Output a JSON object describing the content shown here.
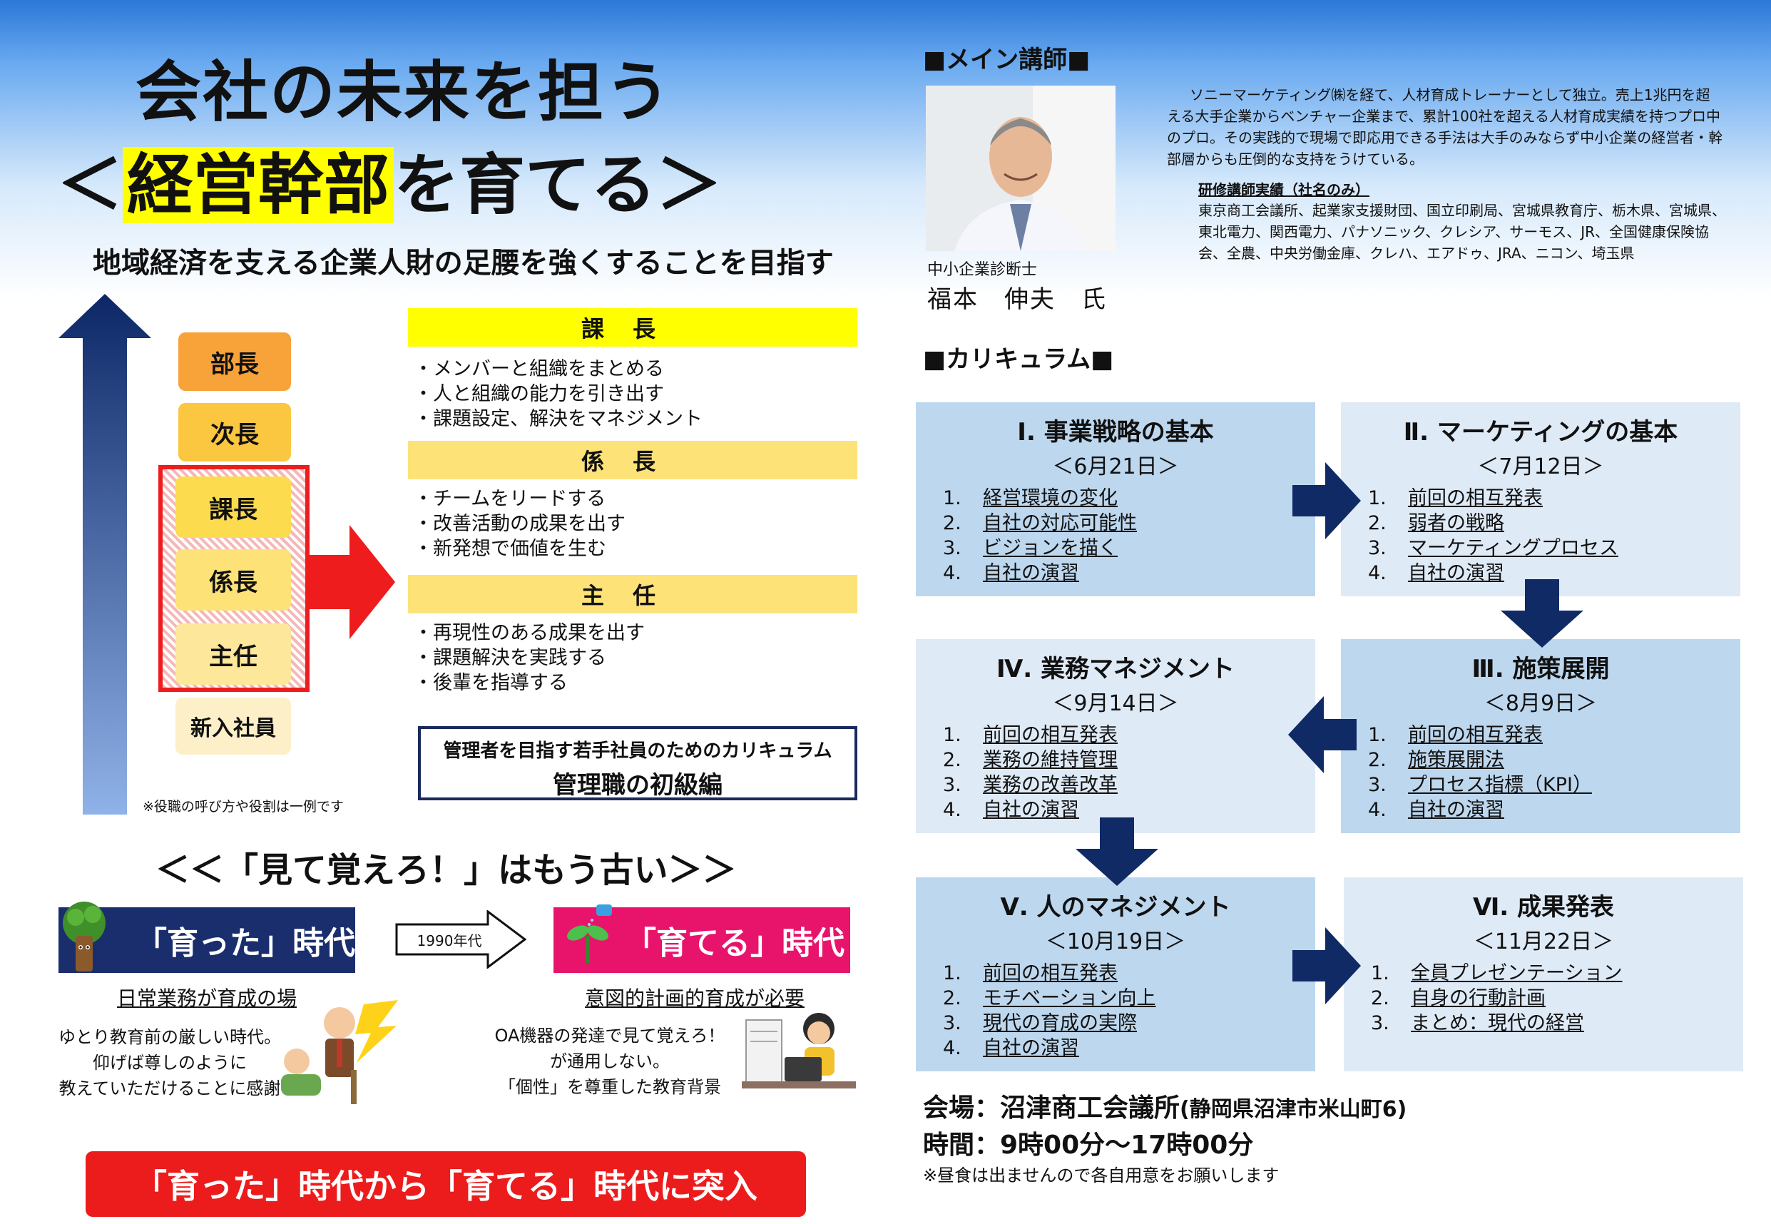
{
  "header": {
    "title_line1": "会社の未来を担う",
    "title_line2_pre": "＜",
    "title_line2_hl": "経営幹部",
    "title_line2_post": "を育てる＞",
    "subtitle": "地域経済を支える企業人財の足腰を強くすることを目指す"
  },
  "ranks": {
    "bucho": "部長",
    "jicho": "次長",
    "kacho": "課長",
    "kakari": "係長",
    "shunin": "主任",
    "shinnyu": "新入社員",
    "note": "※役職の呼び方や役割は一例です"
  },
  "roles": {
    "kacho": {
      "label": "課長",
      "items": [
        "・メンバーと組織をまとめる",
        "・人と組織の能力を引き出す",
        "・課題設定、解決をマネジメント"
      ]
    },
    "kakari": {
      "label": "係長",
      "items": [
        "・チームをリードする",
        "・改善活動の成果を出す",
        "・新発想で価値を生む"
      ]
    },
    "shunin": {
      "label": "主任",
      "items": [
        "・再現性のある成果を出す",
        "・課題解決を実践する",
        "・後輩を指導する"
      ]
    }
  },
  "course_box": {
    "line1": "管理者を目指す若手社員のためのカリキュラム",
    "line2": "管理職の初級編"
  },
  "era": {
    "slogan": "＜＜「見て覚えろ！」はもう古い＞＞",
    "old_label": "「育った」時代",
    "new_label": "「育てる」時代",
    "year": "1990年代",
    "old_sub": "日常業務が育成の場",
    "new_sub": "意図的計画的育成が必要",
    "old_desc": [
      "ゆとり教育前の厳しい時代。",
      "仰げば尊しのように",
      "教えていただけることに感謝"
    ],
    "new_desc": [
      "OA機器の発達で見て覚えろ！",
      "が通用しない。",
      "「個性」を尊重した教育背景"
    ],
    "banner": "「育った」時代から「育てる」時代に突入"
  },
  "teacher": {
    "section": "■メイン講師■",
    "cert": "中小企業診断士",
    "name": "福本　伸夫　氏",
    "bio": "ソニーマーケティング㈱を経て、人材育成トレーナーとして独立。売上1兆円を超える大手企業からベンチャー企業まで、累計100社を超える人材育成実績を持つプロ中のプロ。その実践的で現場で即応用できる手法は大手のみならず中小企業の経営者・幹部層からも圧倒的な支持をうけている。",
    "achv_title": "研修講師実績（社名のみ）",
    "achv": "東京商工会議所、起業家支援財団、国立印刷局、宮城県教育庁、栃木県、宮城県、東北電力、関西電力、パナソニック、クレシア、サーモス、JR、全国健康保険協会、全農、中央労働金庫、クレハ、エアドゥ、JRA、ニコン、埼玉県"
  },
  "curriculum": {
    "section": "■カリキュラム■",
    "modules": [
      {
        "title": "Ⅰ. 事業戦略の基本",
        "date": "＜6月21日＞",
        "items": [
          "経営環境の変化",
          "自社の対応可能性",
          "ビジョンを描く",
          "自社の演習"
        ]
      },
      {
        "title": "Ⅱ. マーケティングの基本",
        "date": "＜7月12日＞",
        "items": [
          "前回の相互発表",
          "弱者の戦略",
          "マーケティングプロセス",
          "自社の演習"
        ]
      },
      {
        "title": "Ⅲ. 施策展開",
        "date": "＜8月9日＞",
        "items": [
          "前回の相互発表",
          "施策展開法",
          "プロセス指標（KPI）",
          "自社の演習"
        ]
      },
      {
        "title": "Ⅳ. 業務マネジメント",
        "date": "＜9月14日＞",
        "items": [
          "前回の相互発表",
          "業務の維持管理",
          "業務の改善改革",
          "自社の演習"
        ]
      },
      {
        "title": "Ⅴ. 人のマネジメント",
        "date": "＜10月19日＞",
        "items": [
          "前回の相互発表",
          "モチベーション向上",
          "現代の育成の実際",
          "自社の演習"
        ]
      },
      {
        "title": "Ⅵ. 成果発表",
        "date": "＜11月22日＞",
        "items": [
          "全員プレゼンテーション",
          "自身の行動計画",
          "まとめ：現代の経営"
        ]
      }
    ]
  },
  "venue": {
    "label": "会場：沼津商工会議所",
    "address": "(静岡県沼津市米山町6)",
    "time": "時間：9時00分～17時00分",
    "note": "※昼食は出ませんので各自用意をお願いします"
  },
  "colors": {
    "accent_yellow": "#ffff00",
    "red": "#ec1c1c",
    "navy": "#1a2e6e",
    "pink": "#e8146b",
    "curriculum_blue": "#bdd7ee"
  }
}
